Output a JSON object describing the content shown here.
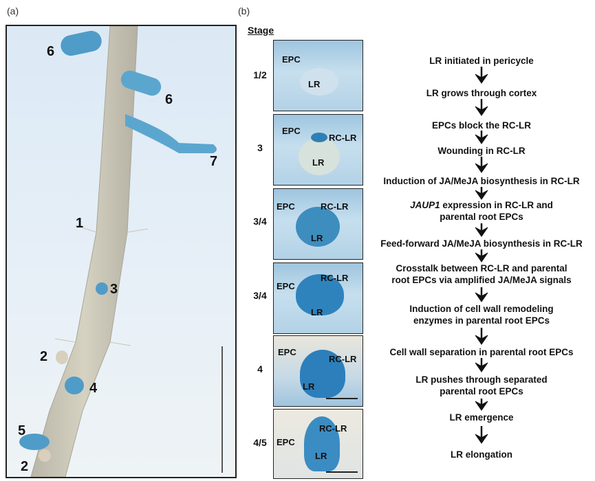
{
  "panels": {
    "a": "(a)",
    "b": "(b)"
  },
  "panel_a": {
    "labels": [
      "6",
      "6",
      "7",
      "1",
      "3",
      "2",
      "4",
      "5",
      "2"
    ]
  },
  "panel_b": {
    "stage_header": "Stage",
    "stages": [
      "1/2",
      "3",
      "3/4",
      "3/4",
      "4",
      "4/5"
    ],
    "images": [
      {
        "epc": "EPC",
        "rclr": "",
        "lr": "LR"
      },
      {
        "epc": "EPC",
        "rclr": "RC-LR",
        "lr": "LR"
      },
      {
        "epc": "EPC",
        "rclr": "RC-LR",
        "lr": "LR"
      },
      {
        "epc": "EPC",
        "rclr": "RC-LR",
        "lr": "LR"
      },
      {
        "epc": "EPC",
        "rclr": "RC-LR",
        "lr": "LR"
      },
      {
        "epc": "EPC",
        "rclr": "RC-LR",
        "lr": "LR"
      }
    ],
    "steps": [
      {
        "lines": [
          "LR initiated in pericycle"
        ]
      },
      {
        "lines": [
          "LR grows through cortex"
        ]
      },
      {
        "lines": [
          "EPCs block the RC-LR"
        ]
      },
      {
        "lines": [
          "Wounding in RC-LR"
        ]
      },
      {
        "lines": [
          "Induction of JA/MeJA biosynthesis in RC-LR"
        ]
      },
      {
        "italic": "JAUP1",
        "lines": [
          " expression in RC-LR and",
          "parental root EPCs"
        ]
      },
      {
        "lines": [
          "Feed-forward JA/MeJA biosynthesis in RC-LR"
        ]
      },
      {
        "lines": [
          "Crosstalk between RC-LR and parental",
          "root EPCs via amplified JA/MeJA signals"
        ]
      },
      {
        "lines": [
          "Induction of cell wall remodeling",
          "enzymes in parental root EPCs"
        ]
      },
      {
        "lines": [
          "Cell wall separation in parental root EPCs"
        ]
      },
      {
        "lines": [
          "LR pushes through separated",
          "parental root EPCs"
        ]
      },
      {
        "lines": [
          "LR emergence"
        ]
      },
      {
        "lines": [
          "LR elongation"
        ]
      }
    ]
  }
}
